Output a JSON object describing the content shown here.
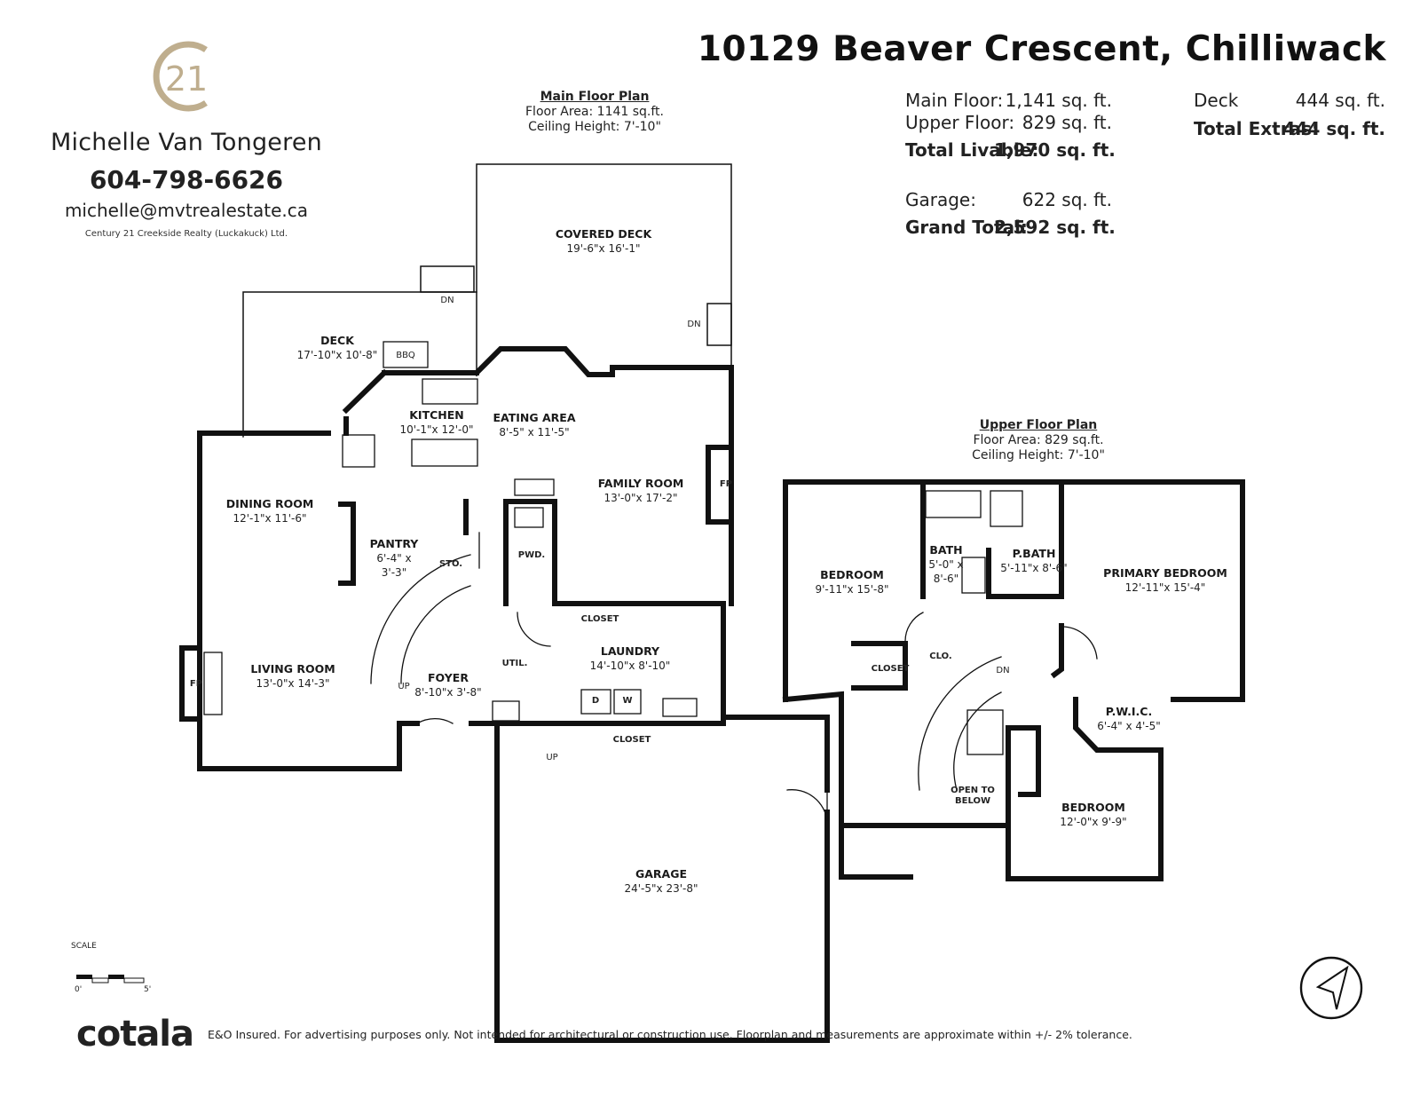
{
  "agent": {
    "logo_text": "21",
    "name": "Michelle Van Tongeren",
    "phone": "604-798-6626",
    "email": "michelle@mvtrealestate.ca",
    "brokerage": "Century 21 Creekside Realty (Luckakuck) Ltd."
  },
  "property": {
    "address": "10129 Beaver Crescent, Chilliwack"
  },
  "stats": {
    "main_floor_label": "Main Floor:",
    "main_floor_value": "1,141 sq. ft.",
    "upper_floor_label": "Upper Floor:",
    "upper_floor_value": "829 sq. ft.",
    "total_livable_label": "Total Livable:",
    "total_livable_value": "1,970 sq. ft.",
    "garage_label": "Garage:",
    "garage_value": "622 sq. ft.",
    "grand_total_label": "Grand Total:",
    "grand_total_value": "2,592 sq. ft.",
    "deck_label": "Deck",
    "deck_value": "444 sq. ft.",
    "total_extras_label": "Total Extras:",
    "total_extras_value": "444 sq. ft."
  },
  "main_plan": {
    "title": "Main Floor Plan",
    "area": "Floor Area: 1141 sq.ft.",
    "ceiling": "Ceiling Height: 7'-10\""
  },
  "upper_plan": {
    "title": "Upper Floor Plan",
    "area": "Floor Area: 829 sq.ft.",
    "ceiling": "Ceiling Height: 7'-10\""
  },
  "rooms": {
    "covered_deck": {
      "name": "COVERED DECK",
      "dim": "19'-6\"x 16'-1\""
    },
    "deck": {
      "name": "DECK",
      "dim": "17'-10\"x 10'-8\""
    },
    "kitchen": {
      "name": "KITCHEN",
      "dim": "10'-1\"x 12'-0\""
    },
    "eating_area": {
      "name": "EATING AREA",
      "dim": "8'-5\" x 11'-5\""
    },
    "family_room": {
      "name": "FAMILY ROOM",
      "dim": "13'-0\"x 17'-2\""
    },
    "dining_room": {
      "name": "DINING ROOM",
      "dim": "12'-1\"x 11'-6\""
    },
    "pantry": {
      "name": "PANTRY",
      "dim": "6'-4\" x",
      "dim2": "3'-3\""
    },
    "living_room": {
      "name": "LIVING ROOM",
      "dim": "13'-0\"x 14'-3\""
    },
    "foyer": {
      "name": "FOYER",
      "dim": "8'-10\"x 3'-8\""
    },
    "laundry": {
      "name": "LAUNDRY",
      "dim": "14'-10\"x 8'-10\""
    },
    "garage": {
      "name": "GARAGE",
      "dim": "24'-5\"x 23'-8\""
    },
    "bedroom_left": {
      "name": "BEDROOM",
      "dim": "9'-11\"x 15'-8\""
    },
    "bath": {
      "name": "BATH",
      "dim": "5'-0\" x",
      "dim2": "8'-6\""
    },
    "p_bath": {
      "name": "P.BATH",
      "dim": "5'-11\"x 8'-6\""
    },
    "primary_bedroom": {
      "name": "PRIMARY BEDROOM",
      "dim": "12'-11\"x 15'-4\""
    },
    "pwic": {
      "name": "P.W.I.C.",
      "dim": "6'-4\" x 4'-5\""
    },
    "bedroom_lower": {
      "name": "BEDROOM",
      "dim": "12'-0\"x 9'-9\""
    }
  },
  "small_labels": {
    "sto": "STO.",
    "pwd": "PWD.",
    "closet": "CLOSET",
    "util": "UTIL.",
    "clo": "CLO.",
    "open_to_below_1": "OPEN TO",
    "open_to_below_2": "BELOW",
    "fp": "FP",
    "up": "UP",
    "dn": "DN",
    "d": "D",
    "w": "W",
    "bbq": "BBQ"
  },
  "scale": {
    "label": "SCALE",
    "min": "0'",
    "max": "5'"
  },
  "footer": {
    "brand": "cotala",
    "disclaimer": "E&O Insured. For advertising purposes only. Not intended for architectural or construction use. Floorplan and measurements are approximate within +/- 2% tolerance."
  },
  "colors": {
    "logo_gold": "#bfae8e",
    "wall": "#111111",
    "text": "#222222"
  },
  "icons": [
    "north-arrow-icon",
    "century21-logo-icon"
  ]
}
